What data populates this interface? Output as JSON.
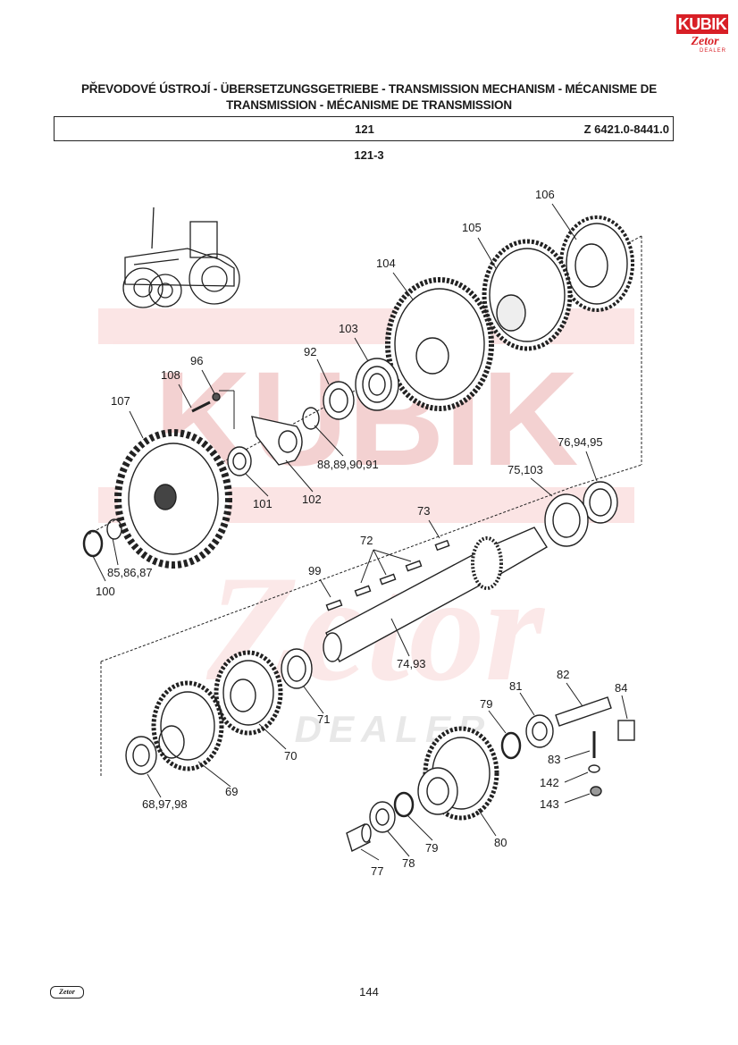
{
  "logo": {
    "brand": "KUBIK",
    "sub": "Zetor",
    "dealer": "DEALER"
  },
  "header": {
    "title": "PŘEVODOVÉ ÚSTROJÍ - ÜBERSETZUNGSGETRIEBE - TRANSMISSION MECHANISM - MÉCANISME DE TRANSMISSION - MÉCANISME DE TRANSMISSION",
    "group_number": "121",
    "model_range": "Z 6421.0-8441.0"
  },
  "figure_id": "121-3",
  "watermark": {
    "brand": "KUBIK",
    "sub": "Zetor",
    "dealer": "DEALER"
  },
  "footer": {
    "page_number": "144",
    "logo": "Zetor"
  },
  "parts": [
    {
      "id": "p106",
      "label": "106"
    },
    {
      "id": "p105",
      "label": "105"
    },
    {
      "id": "p104",
      "label": "104"
    },
    {
      "id": "p103",
      "label": "103"
    },
    {
      "id": "p92",
      "label": "92"
    },
    {
      "id": "p96",
      "label": "96"
    },
    {
      "id": "p108",
      "label": "108"
    },
    {
      "id": "p107",
      "label": "107"
    },
    {
      "id": "p88",
      "label": "88,89,90,91"
    },
    {
      "id": "p101",
      "label": "101"
    },
    {
      "id": "p102",
      "label": "102"
    },
    {
      "id": "p76",
      "label": "76,94,95"
    },
    {
      "id": "p75",
      "label": "75,103"
    },
    {
      "id": "p73",
      "label": "73"
    },
    {
      "id": "p72",
      "label": "72"
    },
    {
      "id": "p99",
      "label": "99"
    },
    {
      "id": "p85",
      "label": "85,86,87"
    },
    {
      "id": "p100",
      "label": "100"
    },
    {
      "id": "p74",
      "label": "74,93"
    },
    {
      "id": "p82",
      "label": "82"
    },
    {
      "id": "p84",
      "label": "84"
    },
    {
      "id": "p81",
      "label": "81"
    },
    {
      "id": "p79a",
      "label": "79"
    },
    {
      "id": "p71",
      "label": "71"
    },
    {
      "id": "p70",
      "label": "70"
    },
    {
      "id": "p83",
      "label": "83"
    },
    {
      "id": "p142",
      "label": "142"
    },
    {
      "id": "p143",
      "label": "143"
    },
    {
      "id": "p69",
      "label": "69"
    },
    {
      "id": "p68",
      "label": "68,97,98"
    },
    {
      "id": "p80",
      "label": "80"
    },
    {
      "id": "p79b",
      "label": "79"
    },
    {
      "id": "p78",
      "label": "78"
    },
    {
      "id": "p77",
      "label": "77"
    }
  ]
}
